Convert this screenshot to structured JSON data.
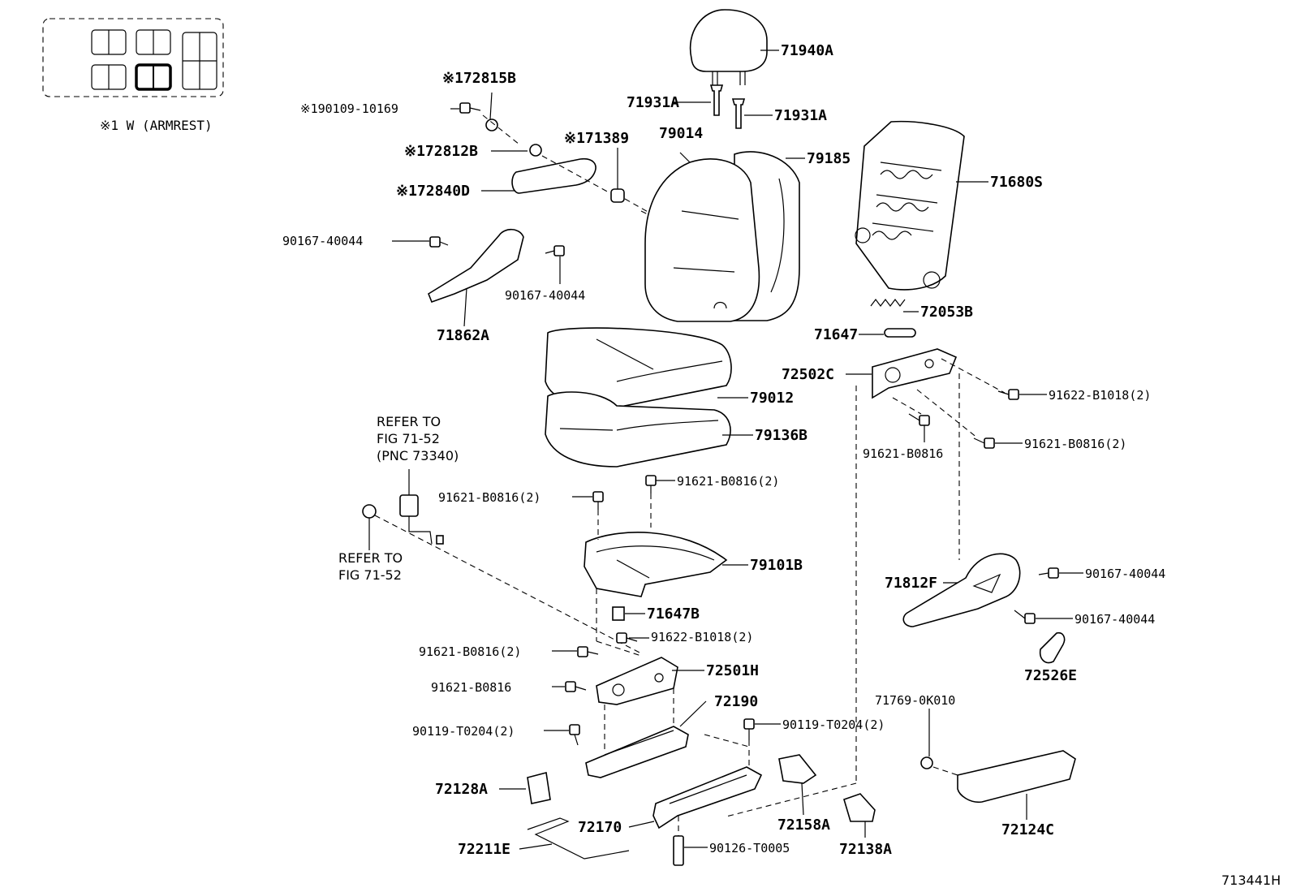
{
  "legend_note": "※1 W (ARMREST)",
  "figure_id": "713441H",
  "reference_notes": {
    "top": [
      "REFER TO",
      "FIG 71-52",
      "(PNC 73340)"
    ],
    "bottom": [
      "REFER TO",
      "FIG 71-52"
    ]
  },
  "labels": {
    "p71940A": "71940A",
    "p71931A_left": "71931A",
    "p71931A_right": "71931A",
    "p79014": "79014",
    "p79185": "79185",
    "p71680S": "71680S",
    "p72815B": "※172815B",
    "p190109": "※190109-10169",
    "p72812B": "※172812B",
    "p71389": "※171389",
    "p72840D": "※172840D",
    "p90167_l1": "90167-40044",
    "p90167_l2": "90167-40044",
    "p71862A": "71862A",
    "p72053B": "72053B",
    "p71647": "71647",
    "p72502C": "72502C",
    "p91622_r": "91622-B1018(2)",
    "p91621_r1": "91621-B0816",
    "p91621_r2": "91621-B0816(2)",
    "p79012": "79012",
    "p79136B": "79136B",
    "p91621_c1": "91621-B0816(2)",
    "p91621_c2": "91621-B0816(2)",
    "p79101B": "79101B",
    "p71647B": "71647B",
    "p71812F": "71812F",
    "p90167_r1": "90167-40044",
    "p90167_r2": "90167-40044",
    "p72526E": "72526E",
    "p91622_c": "91622-B1018(2)",
    "p91621_c3": "91621-B0816(2)",
    "p72501H": "72501H",
    "p91621_c4": "91621-B0816",
    "p72190": "72190",
    "p90119_l": "90119-T0204(2)",
    "p90119_r": "90119-T0204(2)",
    "p71769": "71769-0K010",
    "p72128A": "72128A",
    "p72170": "72170",
    "p72158A": "72158A",
    "p72138A": "72138A",
    "p72124C": "72124C",
    "p72211E": "72211E",
    "p90126": "90126-T0005"
  }
}
